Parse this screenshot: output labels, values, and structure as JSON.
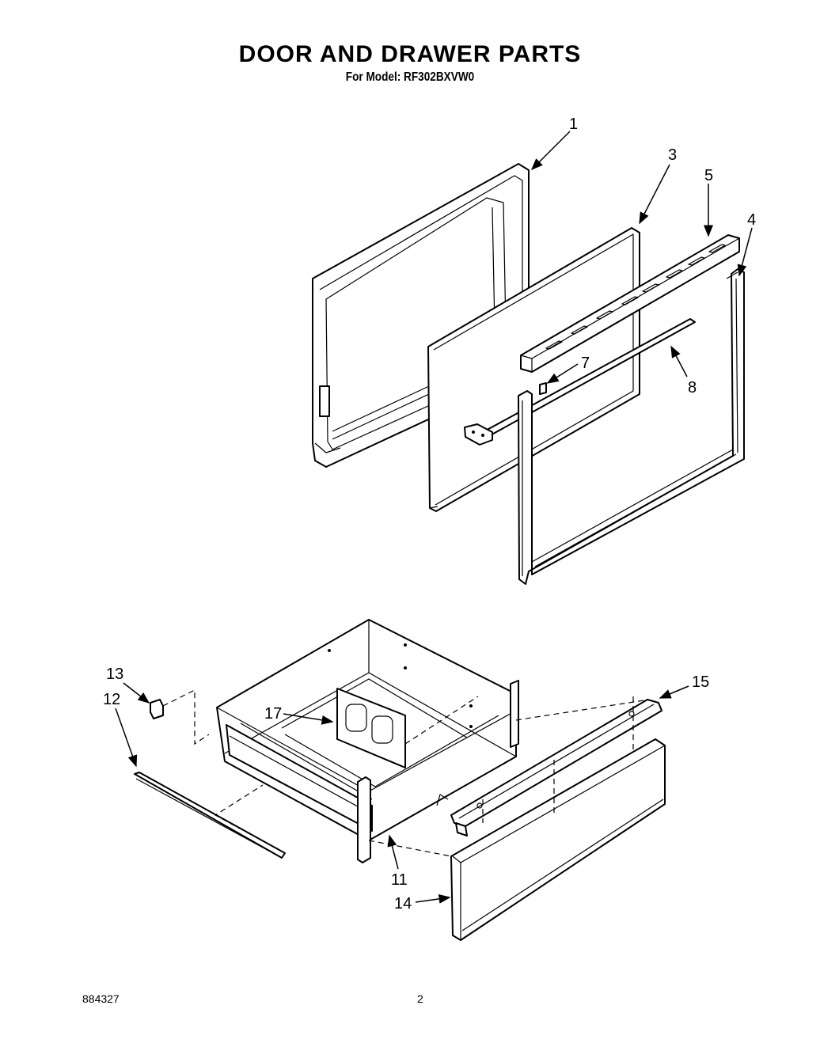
{
  "header": {
    "title": "DOOR AND DRAWER PARTS",
    "subtitle": "For Model: RF302BXVW0"
  },
  "callouts": {
    "c1": "1",
    "c3": "3",
    "c4": "4",
    "c5": "5",
    "c7": "7",
    "c8": "8",
    "c11": "11",
    "c12": "12",
    "c13": "13",
    "c14": "14",
    "c15": "15",
    "c17": "17"
  },
  "footer": {
    "doc_number": "884327",
    "page_number": "2"
  }
}
